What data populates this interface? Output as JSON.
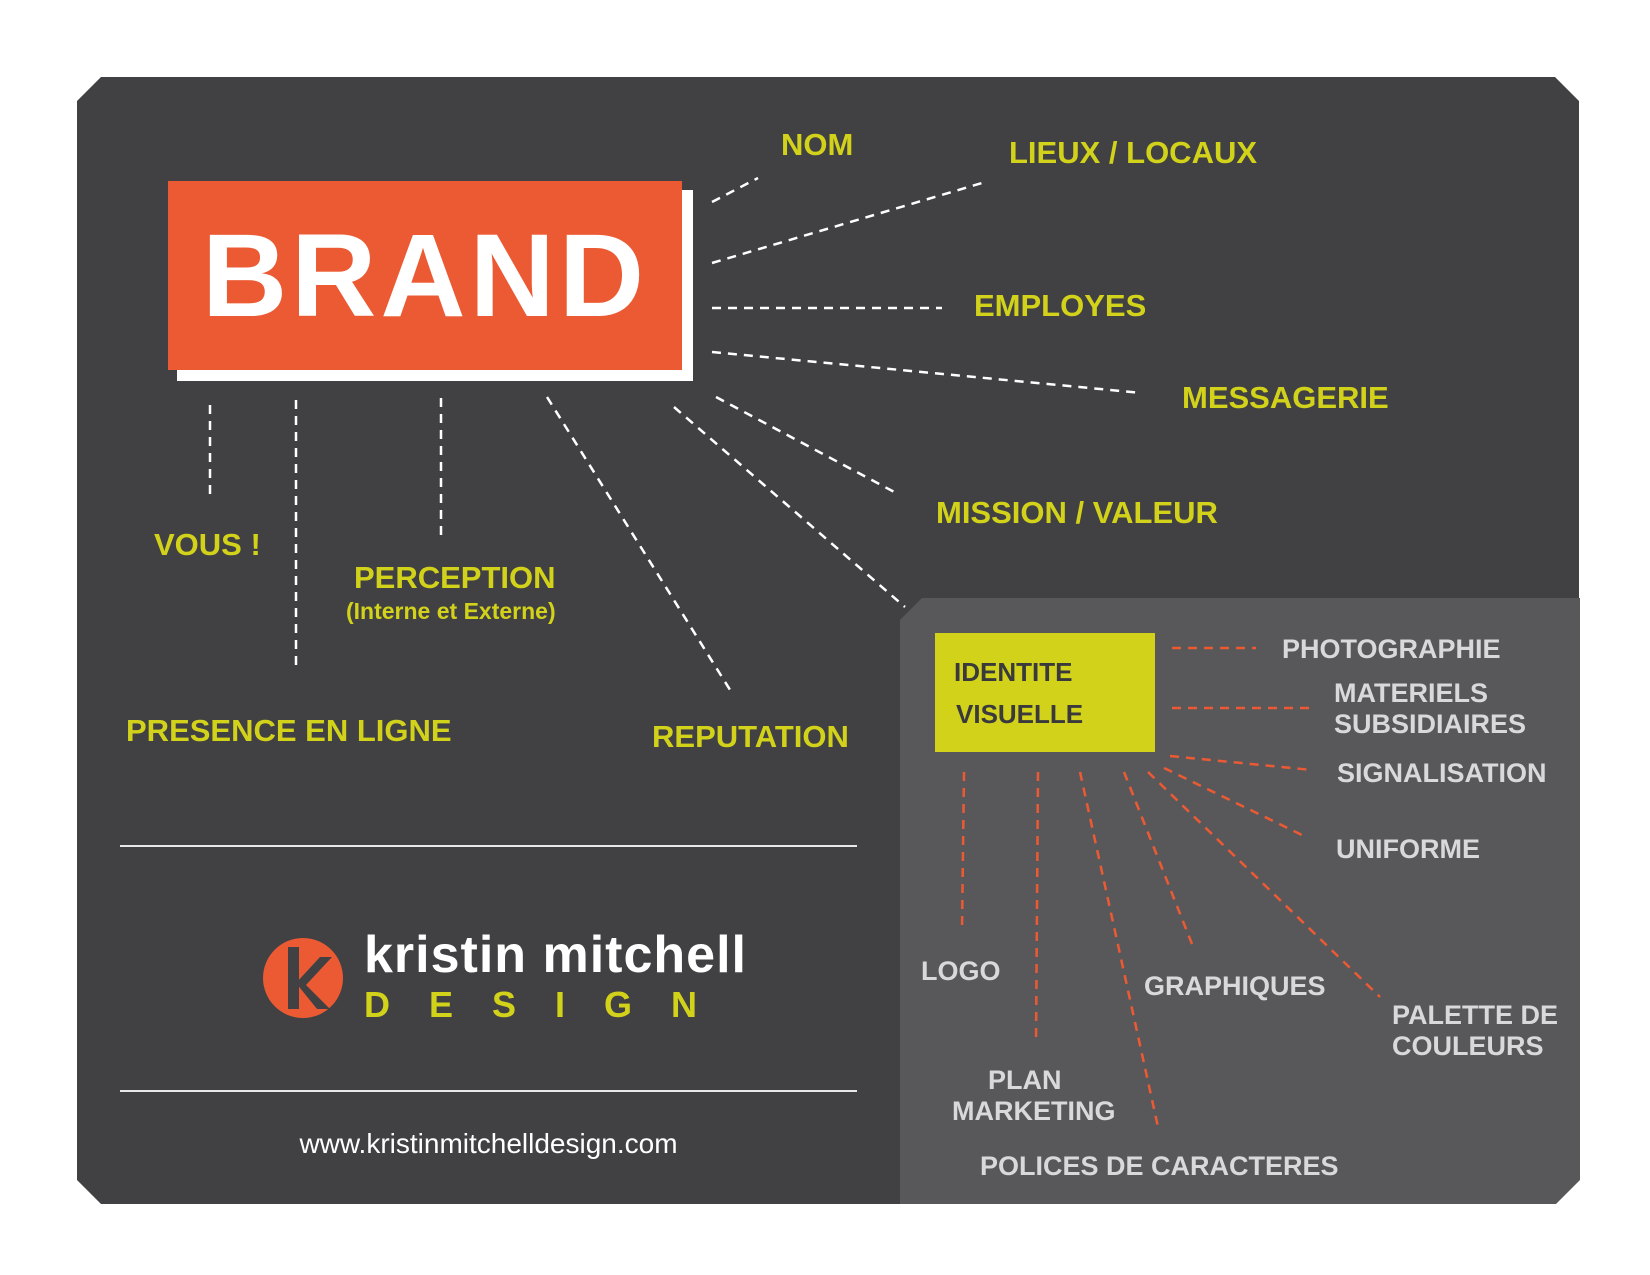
{
  "brand": {
    "title": "BRAND"
  },
  "branches": {
    "nom": "NOM",
    "lieux": "LIEUX / LOCAUX",
    "employes": "EMPLOYES",
    "messagerie": "MESSAGERIE",
    "mission": "MISSION / VALEUR",
    "vous": "VOUS !",
    "perception": "PERCEPTION",
    "perception_sub": "(Interne et Externe)",
    "presence": "PRESENCE EN LIGNE",
    "reputation": "REPUTATION"
  },
  "identite": {
    "line1": "IDENTITE",
    "line2": "VISUELLE",
    "photographie": "PHOTOGRAPHIE",
    "materiels_1": "MATERIELS",
    "materiels_2": "SUBSIDIAIRES",
    "signalisation": "SIGNALISATION",
    "uniforme": "UNIFORME",
    "palette_1": "PALETTE DE",
    "palette_2": "COULEURS",
    "logo": "LOGO",
    "graphiques": "GRAPHIQUES",
    "plan_1": "PLAN",
    "plan_2": "MARKETING",
    "polices": "POLICES DE CARACTERES"
  },
  "footer": {
    "name": "kristin mitchell",
    "design": "DESIGN",
    "website": "www.kristinmitchelldesign.com"
  },
  "colors": {
    "background": "#414143",
    "panel": "#58585a",
    "brand_orange": "#ec5a34",
    "accent_yellow": "#d3d21b",
    "panel_text": "#d9d9db"
  }
}
